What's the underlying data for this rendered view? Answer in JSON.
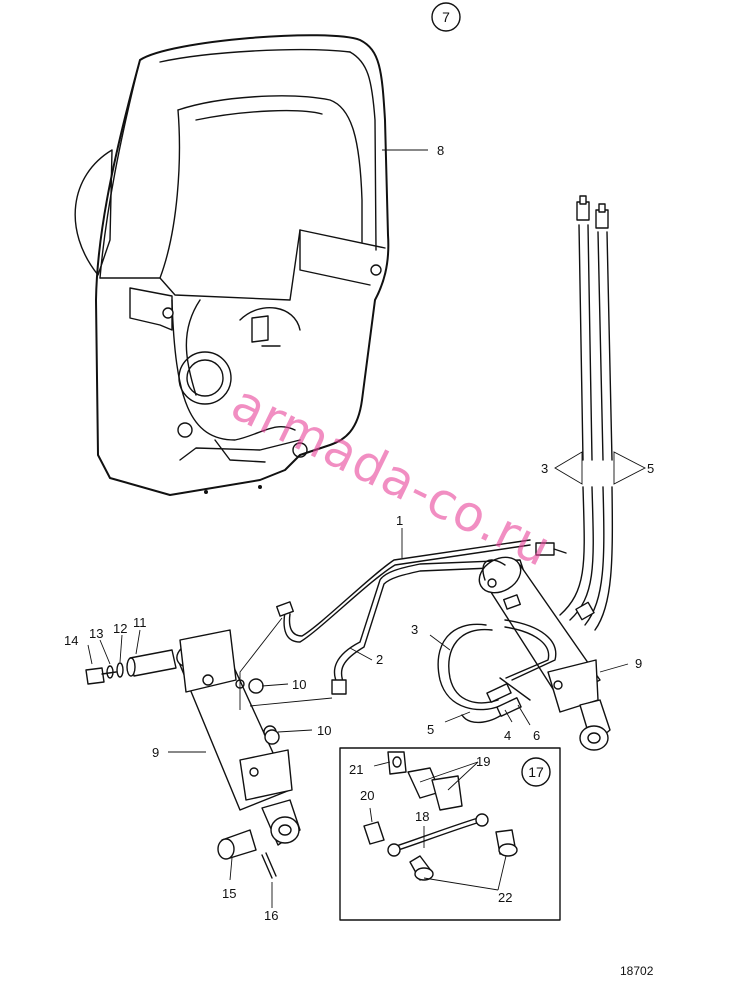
{
  "figure": {
    "ref_main": "7",
    "ref_inset": "17",
    "drawing_number": "18702",
    "watermark": "armada-co.ru"
  },
  "parts": {
    "p1": "1",
    "p2": "2",
    "p3a": "3",
    "p3b": "3",
    "p4": "4",
    "p5a": "5",
    "p5b": "5",
    "p6": "6",
    "p8": "8",
    "p9a": "9",
    "p9b": "9",
    "p10a": "10",
    "p10b": "10",
    "p11": "11",
    "p12": "12",
    "p13": "13",
    "p14": "14",
    "p15": "15",
    "p16": "16",
    "p18": "18",
    "p19": "19",
    "p20": "20",
    "p21": "21",
    "p22": "22"
  },
  "colors": {
    "ink": "#111111",
    "watermark": "#e8439a",
    "paper": "#ffffff"
  }
}
